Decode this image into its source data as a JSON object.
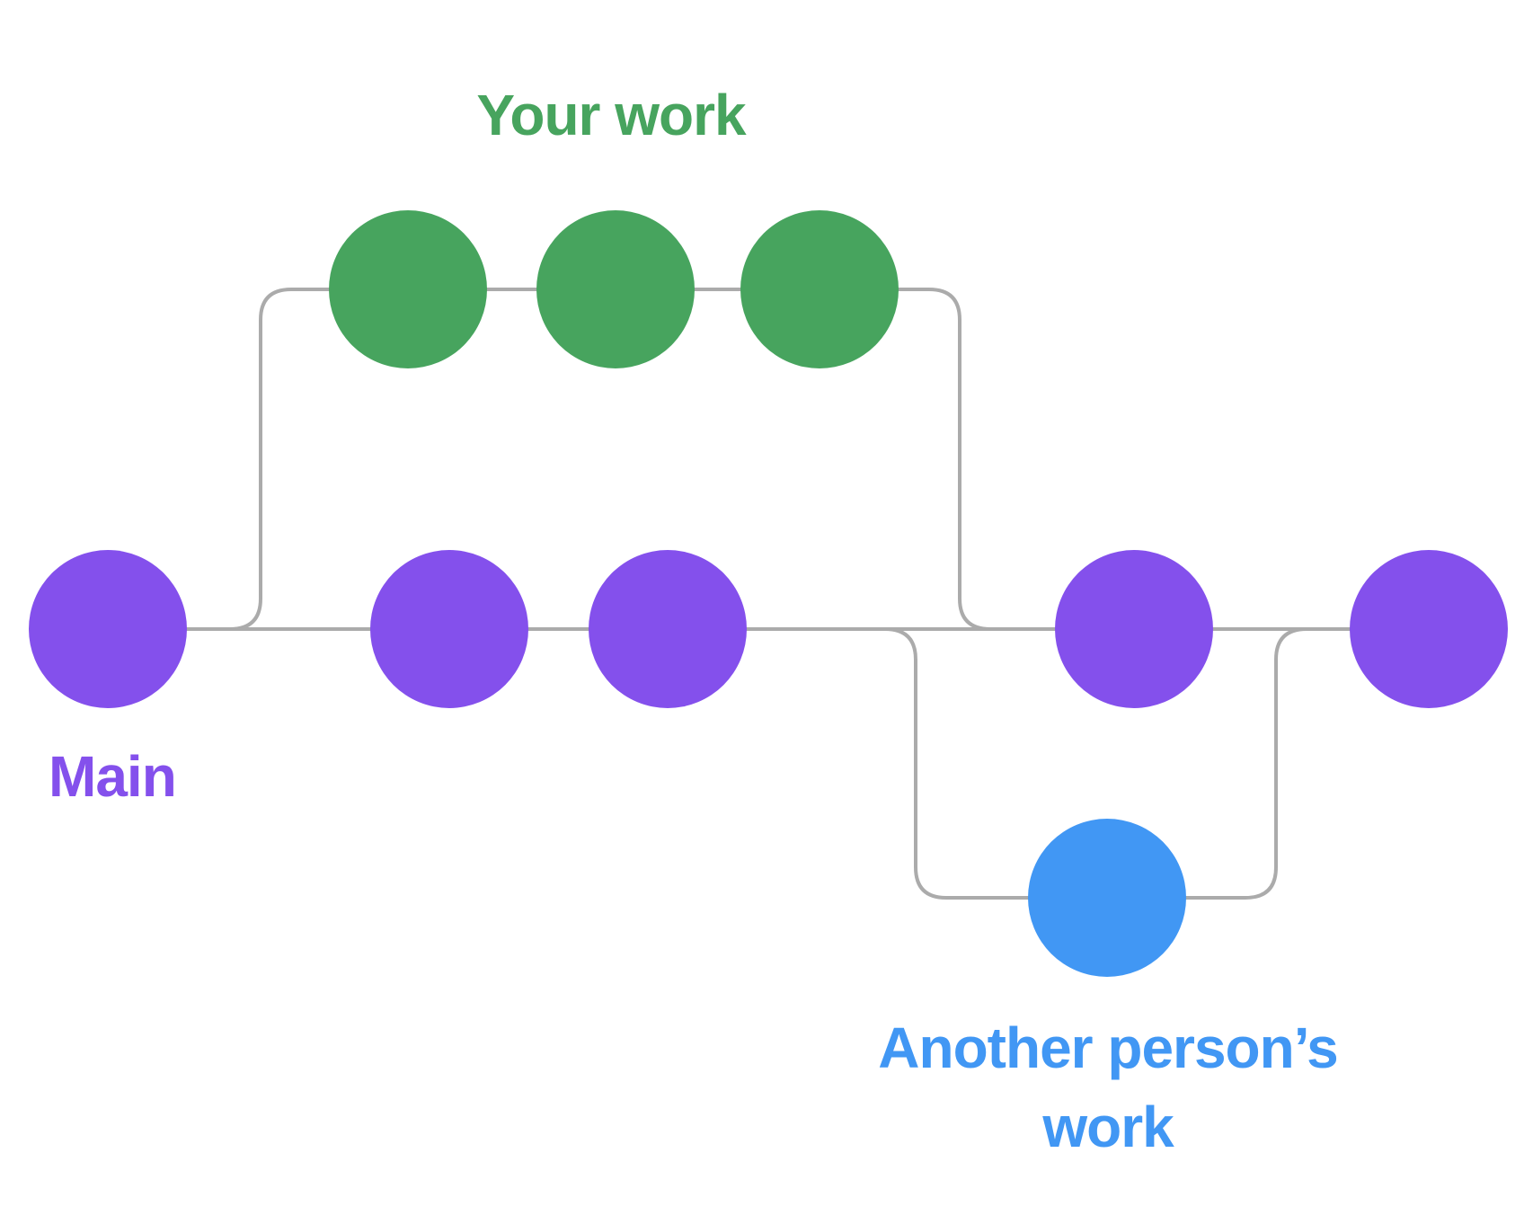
{
  "diagram": {
    "type": "git-branch-graph",
    "background": "#ffffff",
    "branches": [
      {
        "name": "Main",
        "commit_count": 5,
        "color_key": "main"
      },
      {
        "name": "Your work",
        "commit_count": 3,
        "color_key": "your_work"
      },
      {
        "name": "Another person’s work",
        "commit_count": 1,
        "color_key": "another_person"
      }
    ]
  },
  "labels": {
    "your_work": "Your work",
    "main": "Main",
    "another_person_line1": "Another person’s",
    "another_person_line2": "work"
  },
  "colors": {
    "main": "#8450ec",
    "your_work": "#47a45e",
    "another_person": "#4197f4",
    "connector": "#ababab"
  }
}
